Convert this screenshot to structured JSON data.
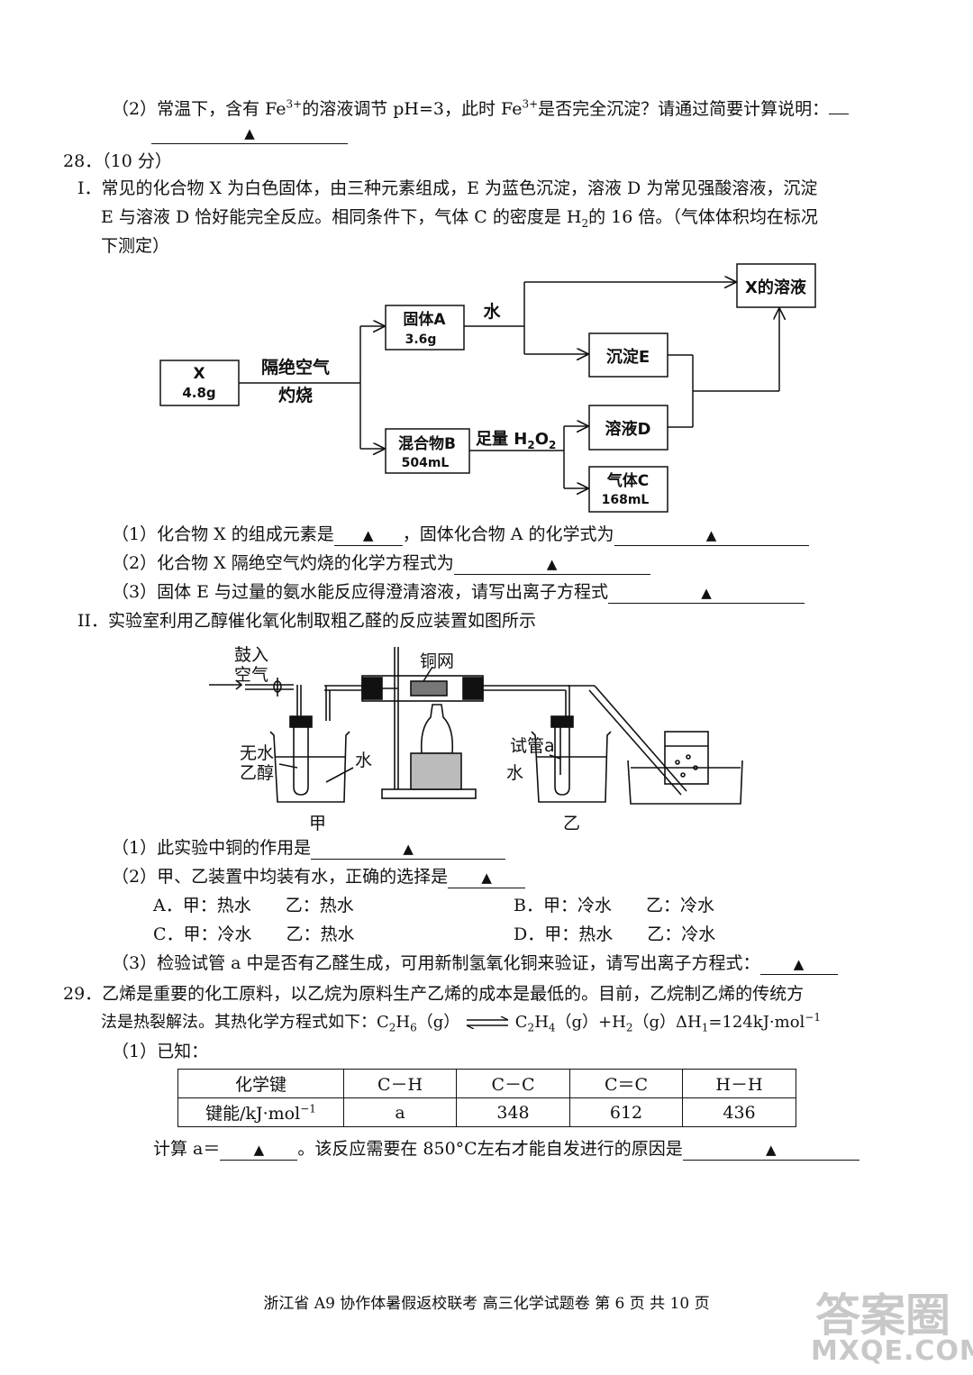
{
  "q27_2": {
    "prefix": "（2）常温下，含有 Fe",
    "sup1": "3+",
    "mid": "的溶液调节 pH=3，此时 Fe",
    "sup2": "3+",
    "suffix": "是否完全沉淀？请通过简要计算说明："
  },
  "answer_mark": "▲",
  "q28": {
    "header": "28．（10 分）",
    "part1_l1": "I．常见的化合物 X 为白色固体，由三种元素组成，E 为蓝色沉淀，溶液 D 为常见强酸溶液，沉淀",
    "part1_l2_a": "E 与溶液 D 恰好能完全反应。相同条件下，气体 C 的密度是 H",
    "part1_l2_sub": "2",
    "part1_l2_b": "的 16 倍。（气体体积均在标况",
    "part1_l3": "下测定）",
    "flow": {
      "x_name": "X",
      "x_mass": "4.8g",
      "arrow1_l1": "隔绝空气",
      "arrow1_l2": "灼烧",
      "a_name": "固体A",
      "a_mass": "3.6g",
      "water": "水",
      "x_sol": "X的溶液",
      "e_name": "沉淀E",
      "b_name": "混合物B",
      "b_vol": "504mL",
      "h2o2_a": "足量 H",
      "h2o2_s1": "2",
      "h2o2_b": "O",
      "h2o2_s2": "2",
      "d_name": "溶液D",
      "c_name": "气体C",
      "c_vol": "168mL"
    },
    "i1_a": "（1）化合物 X 的组成元素是",
    "i1_b": "，固体化合物 A 的化学式为",
    "i2": "（2）化合物 X 隔绝空气灼烧的化学方程式为",
    "i3": "（3）固体 E 与过量的氨水能反应得澄清溶液，请写出离子方程式",
    "part2": "II．实验室利用乙醇催化氧化制取粗乙醛的反应装置如图所示",
    "app": {
      "air1": "鼓入",
      "air2": "空气",
      "cu": "铜网",
      "tube_a": "试管a",
      "ethanol1": "无水",
      "ethanol2": "乙醇",
      "water1": "水",
      "water2": "水",
      "jia": "甲",
      "yi": "乙"
    },
    "ii1": "（1）此实验中铜的作用是",
    "ii2": "（2）甲、乙装置中均装有水，正确的选择是",
    "opt_a": "A．甲：热水　　乙：热水",
    "opt_b": "B．甲：冷水　　乙：冷水",
    "opt_c": "C．甲：冷水　　乙：热水",
    "opt_d": "D．甲：热水　　乙：冷水",
    "ii3": "（3）检验试管 a 中是否有乙醛生成，可用新制氢氧化铜来验证，请写出离子方程式："
  },
  "q29": {
    "l1": "29．乙烯是重要的化工原料，以乙烷为原料生产乙烯的成本是最低的。目前，乙烷制乙烯的传统方",
    "l2_a": "法是热裂解法。其热化学方程式如下：C",
    "l2_s1": "2",
    "l2_b": "H",
    "l2_s2": "6",
    "l2_c": "（g）",
    "l2_d": "C",
    "l2_s3": "2",
    "l2_e": "H",
    "l2_s4": "4",
    "l2_f": "（g）+H",
    "l2_s5": "2",
    "l2_g": "（g）ΔH",
    "l2_s6": "1",
    "l2_h": "=124kJ·mol",
    "l2_sup": "−1",
    "known": "（1）已知：",
    "table": {
      "headers": [
        "化学键",
        "C－H",
        "C－C",
        "C＝C",
        "H－H"
      ],
      "row_label": "键能/kJ·mol",
      "row_label_sup": "−1",
      "values": [
        "a",
        "348",
        "612",
        "436"
      ]
    },
    "calc_a": "计算 a＝",
    "calc_b": "。该反应需要在 850°C左右才能自发进行的原因是"
  },
  "footer": "浙江省 A9 协作体暑假返校联考  高三化学试题卷   第 6 页  共 10 页",
  "watermark": {
    "top": "答案圈",
    "bottom": "MXQE.COM"
  }
}
